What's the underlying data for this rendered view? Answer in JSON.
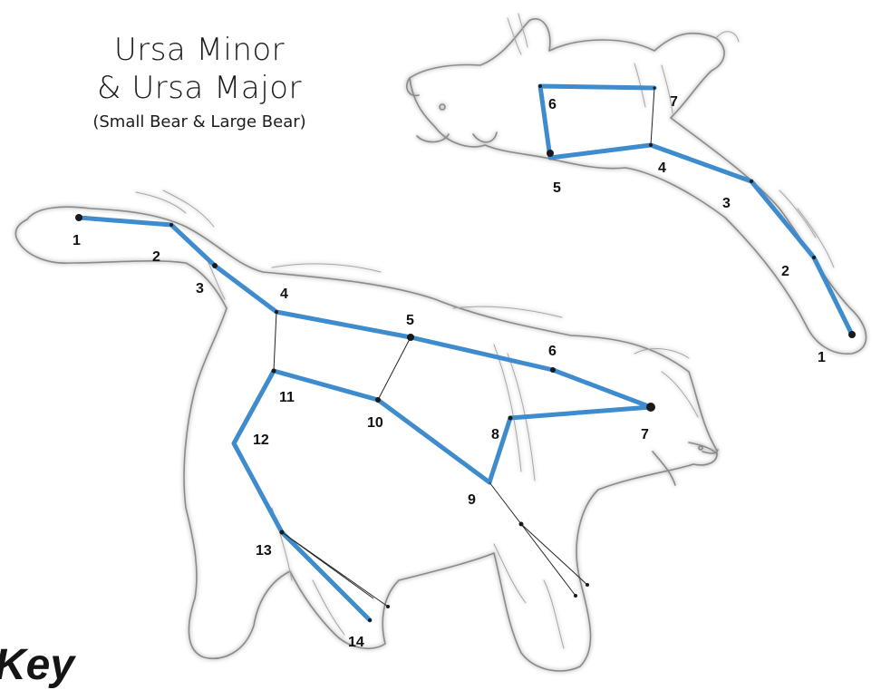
{
  "title": {
    "line1": "Ursa Minor",
    "line2": "& Ursa Major",
    "subtitle": "(Small Bear & Large Bear)"
  },
  "key_heading": "Key",
  "ursa_minor": {
    "star_labels": [
      "1",
      "2",
      "3",
      "4",
      "5",
      "6",
      "7"
    ]
  },
  "ursa_major": {
    "star_labels": [
      "1",
      "2",
      "3",
      "4",
      "5",
      "6",
      "7",
      "8",
      "9",
      "10",
      "11",
      "12",
      "13",
      "14"
    ]
  },
  "colors": {
    "constellation_line": "#3e8ccd",
    "outline": "#8a8a8a",
    "star": "#1a1a1a"
  }
}
